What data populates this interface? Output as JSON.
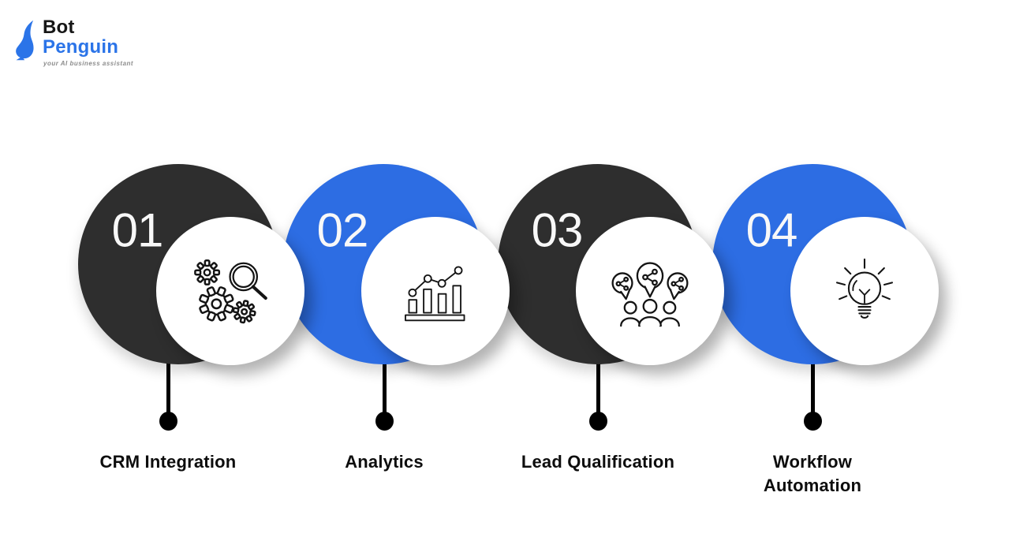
{
  "logo": {
    "brand_top": "Bot",
    "brand_bottom": "Penguin",
    "tagline": "your AI business assistant",
    "penguin_color": "#2b74e8"
  },
  "items": [
    {
      "number": "01",
      "label": "CRM Integration",
      "color": "#2e2e2e",
      "icon": "gears-magnifier-icon"
    },
    {
      "number": "02",
      "label": "Analytics",
      "color": "#2d6de3",
      "icon": "bar-chart-trend-icon"
    },
    {
      "number": "03",
      "label": "Lead Qualification",
      "color": "#2e2e2e",
      "icon": "team-share-bubbles-icon"
    },
    {
      "number": "04",
      "label": "Workflow Automation",
      "color": "#2d6de3",
      "icon": "lightbulb-idea-icon"
    }
  ],
  "colors": {
    "background": "#ffffff",
    "dark_circle": "#2e2e2e",
    "blue_circle": "#2d6de3",
    "number_text": "#f8f8f8",
    "label_text": "#0d0d0d",
    "connector": "#000000",
    "icon_stroke": "#141414"
  }
}
